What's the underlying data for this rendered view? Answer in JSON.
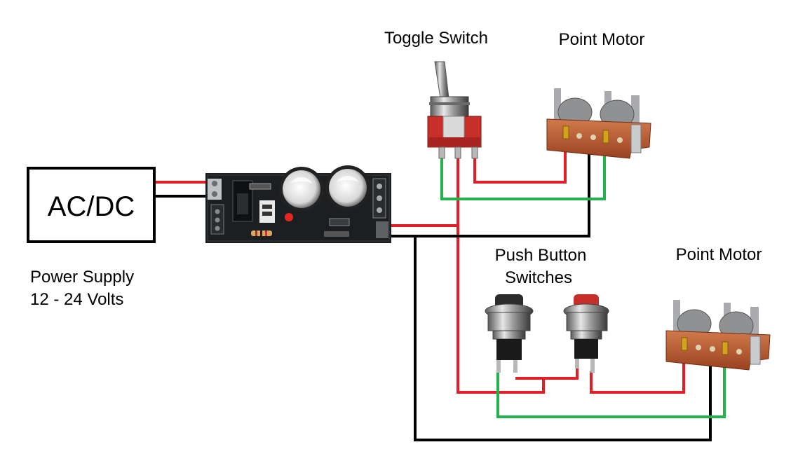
{
  "labels": {
    "toggle_switch": "Toggle Switch",
    "point_motor_top": "Point Motor",
    "point_motor_bottom": "Point Motor",
    "push_button_line1": "Push Button",
    "push_button_line2": "Switches",
    "acdc": "AC/DC",
    "power_supply_line1": "Power Supply",
    "power_supply_line2": "12 - 24 Volts"
  },
  "colors": {
    "wire_red": "#e21f26",
    "wire_black": "#000000",
    "wire_green": "#22b14c",
    "pcb": "#1c1f22",
    "motor_body": "#b85a32",
    "switch_red": "#c7302a",
    "metal": "#a9abae"
  }
}
